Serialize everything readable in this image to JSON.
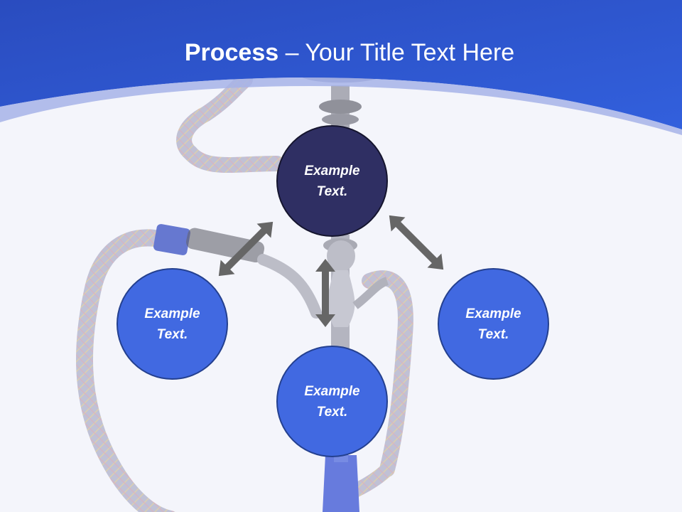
{
  "title": {
    "bold": "Process",
    "separator": " – ",
    "rest": "Your Title Text Here"
  },
  "nodes": {
    "center": "Example Text.",
    "left": "Example Text.",
    "bottom": "Example Text.",
    "right": "Example Text."
  },
  "colors": {
    "header_blue": "#2d55cc",
    "center_node": "#2f2f63",
    "outer_node": "#4169e1",
    "arrow": "#666666",
    "background": "#f4f5fb"
  },
  "background_image": "hookah-pipe-watermark"
}
